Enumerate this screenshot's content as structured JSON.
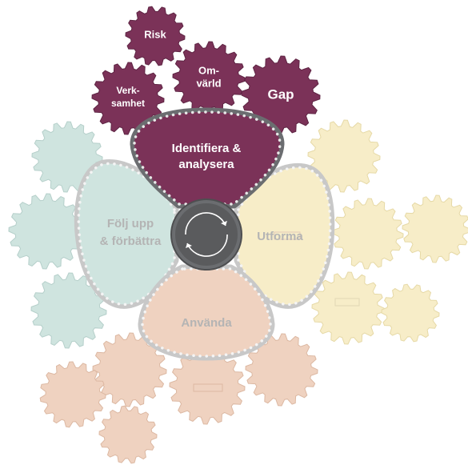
{
  "colors": {
    "active": "#7b3258",
    "active_stroke": "#5e2443",
    "teal": "#cfe4df",
    "teal_stroke": "#b5cfca",
    "yellow": "#f7edc8",
    "yellow_stroke": "#e6d9a6",
    "peach": "#efd2c0",
    "peach_stroke": "#dcb8a2",
    "hub": "#5a5b5d",
    "chain_active": "#6b6d70",
    "chain_faded": "#c8c8c8",
    "faded_text": "#b4b4b4"
  },
  "hub": {
    "icon": "refresh-cycle-icon"
  },
  "sections": {
    "identify": {
      "label_line1": "Identifiera &",
      "label_line2": "analysera"
    },
    "follow": {
      "label_line1": "Följ upp",
      "label_line2": "& förbättra"
    },
    "design": {
      "label": "Utforma"
    },
    "use": {
      "label": "Använda"
    }
  },
  "gears_active": {
    "risk": "Risk",
    "omvarld_line1": "Om-",
    "omvarld_line2": "värld",
    "verksamhet_line1": "Verk-",
    "verksamhet_line2": "samhet",
    "gap": "Gap"
  }
}
